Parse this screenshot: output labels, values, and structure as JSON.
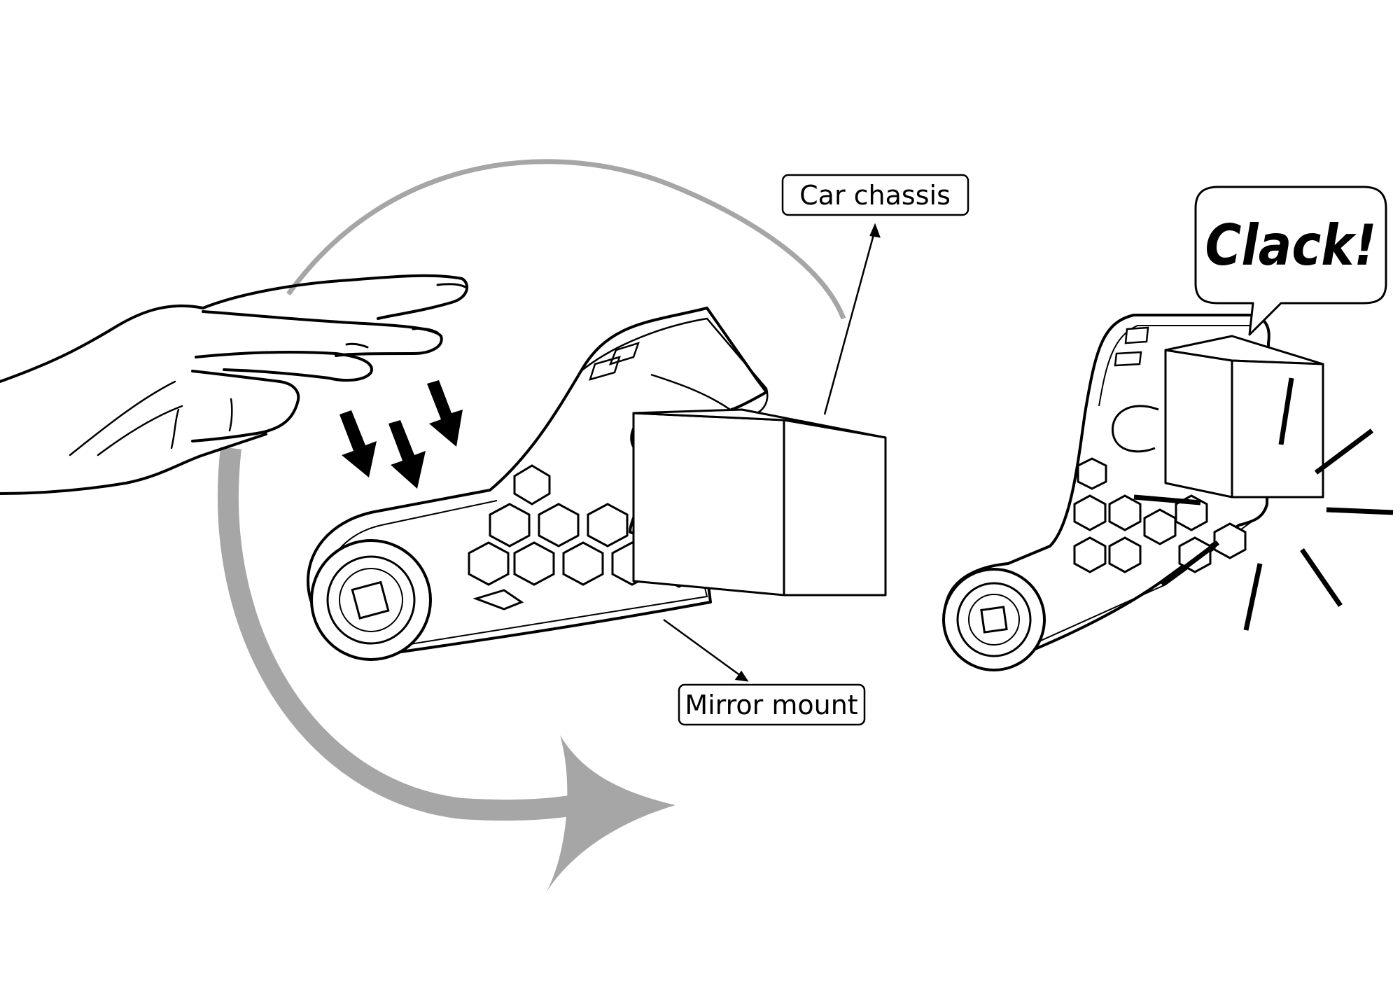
{
  "labels": {
    "car_chassis": "Car chassis",
    "mirror_mount": "Mirror mount",
    "sound": "Clack!"
  },
  "colors": {
    "rotation_arrow": "#a6a6a6",
    "line": "#000000",
    "fill": "#ffffff"
  }
}
